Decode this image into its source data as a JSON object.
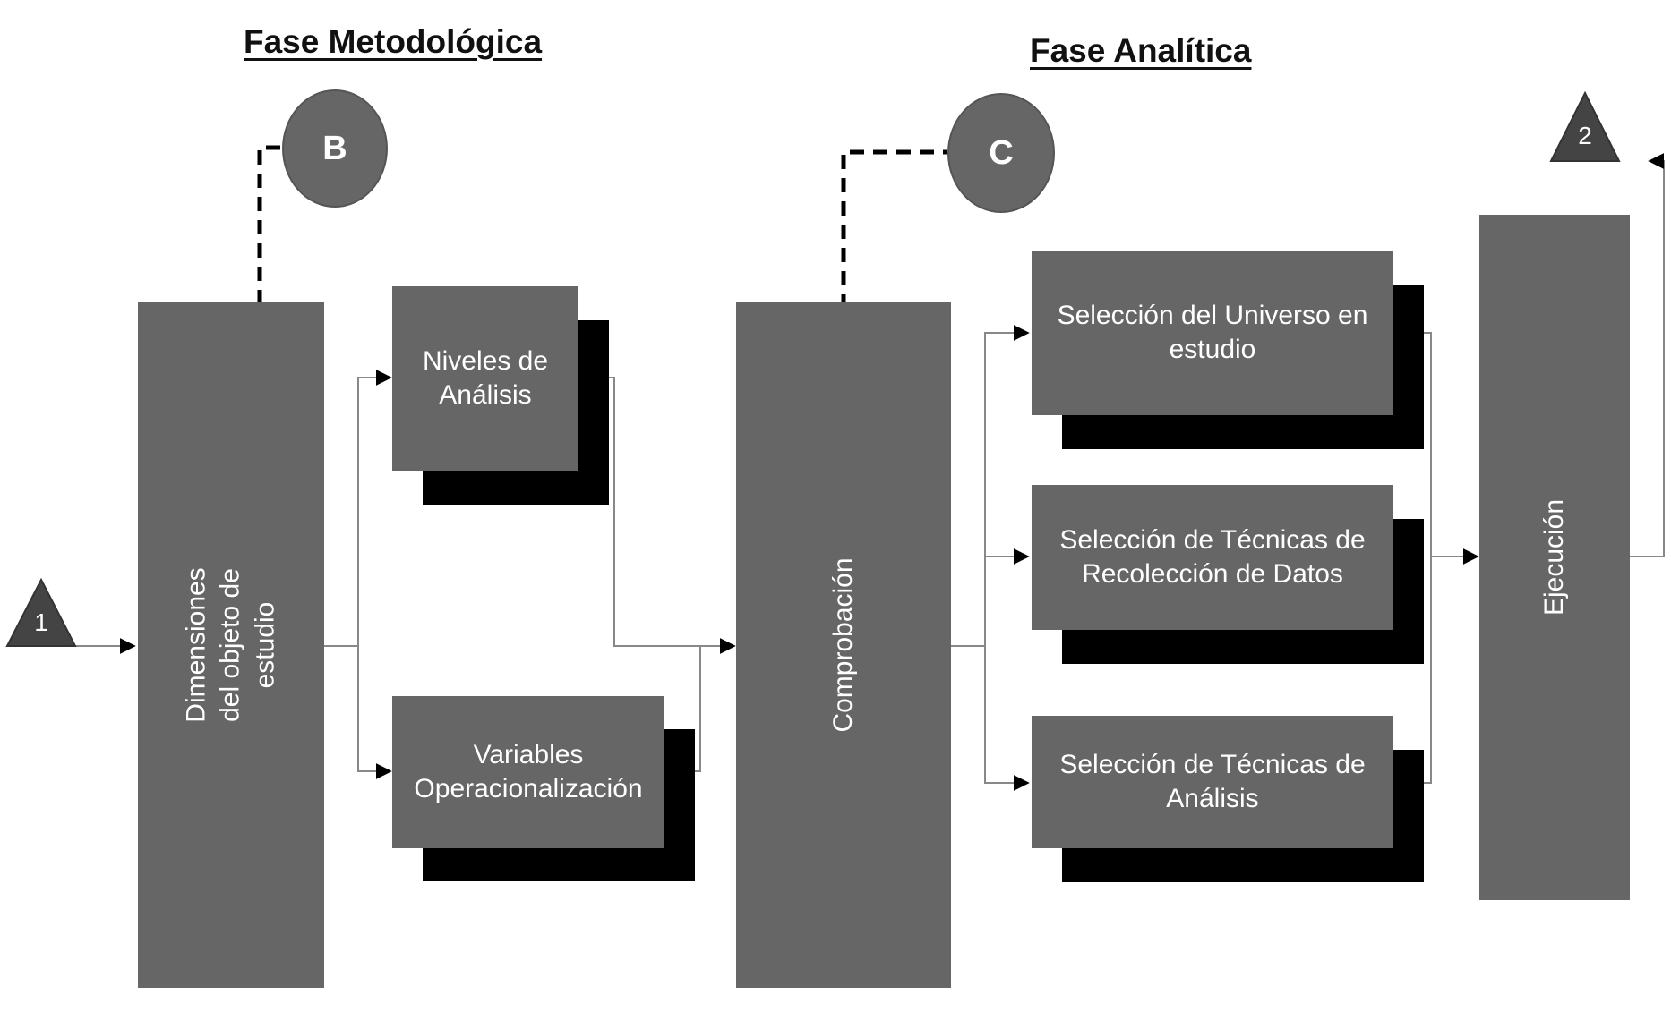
{
  "headings": {
    "metodologica": "Fase Metodológica",
    "analitica": "Fase Analítica"
  },
  "connectors": {
    "start": "1",
    "end": "2",
    "b": "B",
    "c": "C"
  },
  "nodes": {
    "dimensiones": "Dimensiones\ndel objeto de\nestudio",
    "niveles": "Niveles de\nAnálisis",
    "variables": "Variables\nOperacionalización",
    "comprobacion": "Comprobación",
    "universo": "Selección del Universo en\nestudio",
    "recoleccion": "Selección de Técnicas de\nRecolección de Datos",
    "analisis": "Selección de Técnicas de\nAnálisis",
    "ejecucion": "Ejecución"
  },
  "colors": {
    "box": "#666666",
    "shadow": "#000000",
    "line": "#888888",
    "arrow": "#000000"
  }
}
